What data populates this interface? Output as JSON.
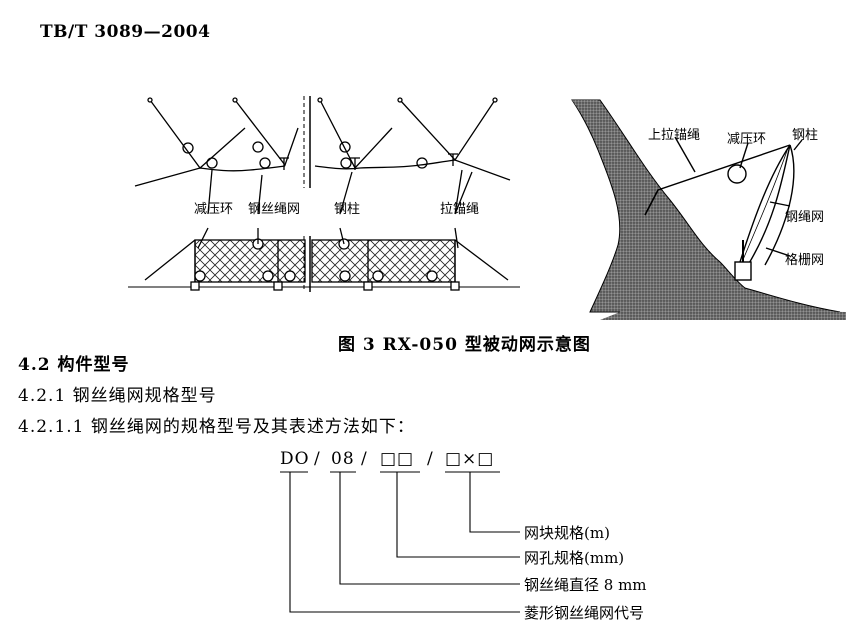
{
  "header": {
    "doc_code": "TB/T 3089—2004"
  },
  "figure": {
    "caption": "图 3   RX-050 型被动网示意图",
    "left_labels": {
      "pressure_ring": "减压环",
      "rope_net": "钢丝绳网",
      "steel_post": "钢柱",
      "anchor_rope": "拉锚绳"
    },
    "right_labels": {
      "upper_anchor_rope": "上拉锚绳",
      "pressure_ring": "减压环",
      "steel_post": "钢柱",
      "rope_net": "钢绳网",
      "grid_net": "格栅网"
    }
  },
  "sections": {
    "s42": "4.2   构件型号",
    "s421": "4.2.1   钢丝绳网规格型号",
    "s4211": "4.2.1.1   钢丝绳网的规格型号及其表述方法如下："
  },
  "code_format": {
    "part1": "DO",
    "sep1": "/",
    "part2": "08",
    "sep2": "/",
    "part3": "□□",
    "sep3": "/",
    "part4": "□×□",
    "labels": [
      "网块规格(m)",
      "网孔规格(mm)",
      "钢丝绳直径 8 mm",
      "菱形钢丝绳网代号"
    ]
  }
}
